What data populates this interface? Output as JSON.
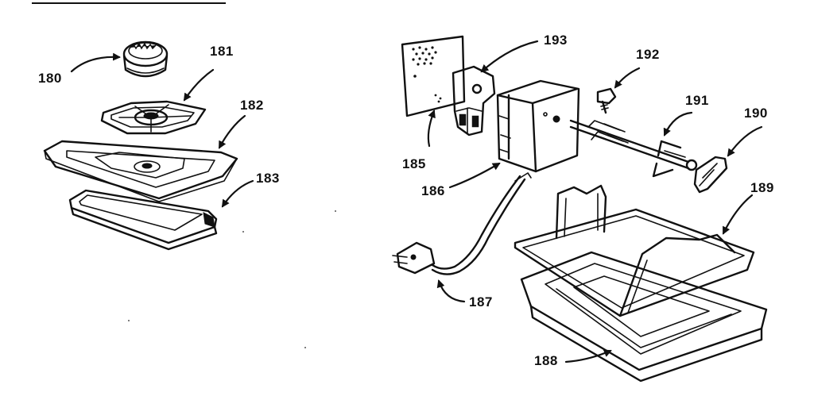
{
  "callouts": {
    "p180": "180",
    "p181": "181",
    "p182": "182",
    "p183": "183",
    "p185": "185",
    "p186": "186",
    "p187": "187",
    "p188": "188",
    "p189": "189",
    "p190": "190",
    "p191": "191",
    "p192": "192",
    "p193": "193"
  }
}
